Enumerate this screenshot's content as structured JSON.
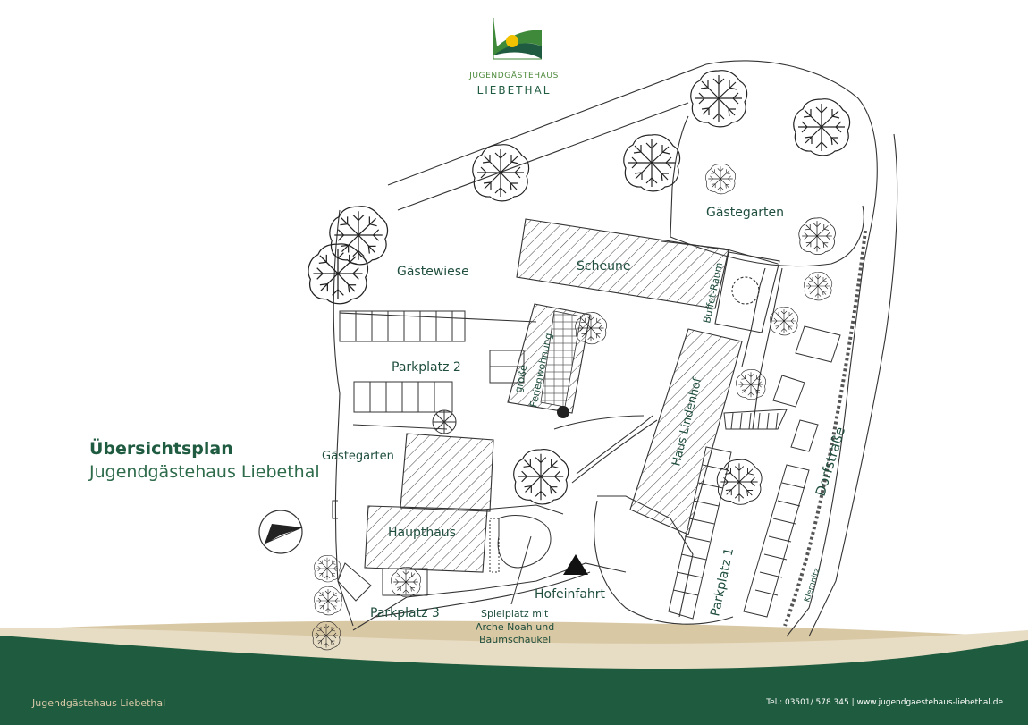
{
  "logo": {
    "line1": "JUGENDGÄSTEHAUS",
    "line2": "LIEBETHAL",
    "colors": {
      "green": "#4d8a3b",
      "dark": "#1f5b40",
      "sun": "#f2c200"
    }
  },
  "title": {
    "line1": "Übersichtsplan",
    "line2": "Jugendgästehaus Liebethal"
  },
  "map": {
    "labels": {
      "gaestegarten_top": "Gästegarten",
      "gaestewiese": "Gästewiese",
      "scheune": "Scheune",
      "buffet_raum": "Buffet-Raum",
      "grosse": "große",
      "ferienwohnung": "Ferienwohnung",
      "parkplatz2": "Parkplatz 2",
      "haus_lindenhof": "Haus Lindenhof",
      "gaestegarten_left": "Gästegarten",
      "haupthaus": "Haupthaus",
      "hofeinfahrt": "Hofeinfahrt",
      "spielplatz1": "Spielplatz mit",
      "spielplatz2": "Arche Noah und",
      "spielplatz3": "Baumschaukel",
      "parkplatz3": "Parkplatz 3",
      "parkplatz1": "Parkplatz 1",
      "dorfstrasse": "Dorfstraße",
      "klemnitz": "Klemnitz"
    },
    "colors": {
      "line": "#333333",
      "label": "#1f4e3d"
    }
  },
  "footer": {
    "left": "Jugendgästehaus Liebethal",
    "right": "Tel.: 03501/ 578 345   |   www.jugendgaestehaus-liebethal.de",
    "colors": {
      "band": "#1f5b3e",
      "beige": "#d9c8a4"
    }
  }
}
